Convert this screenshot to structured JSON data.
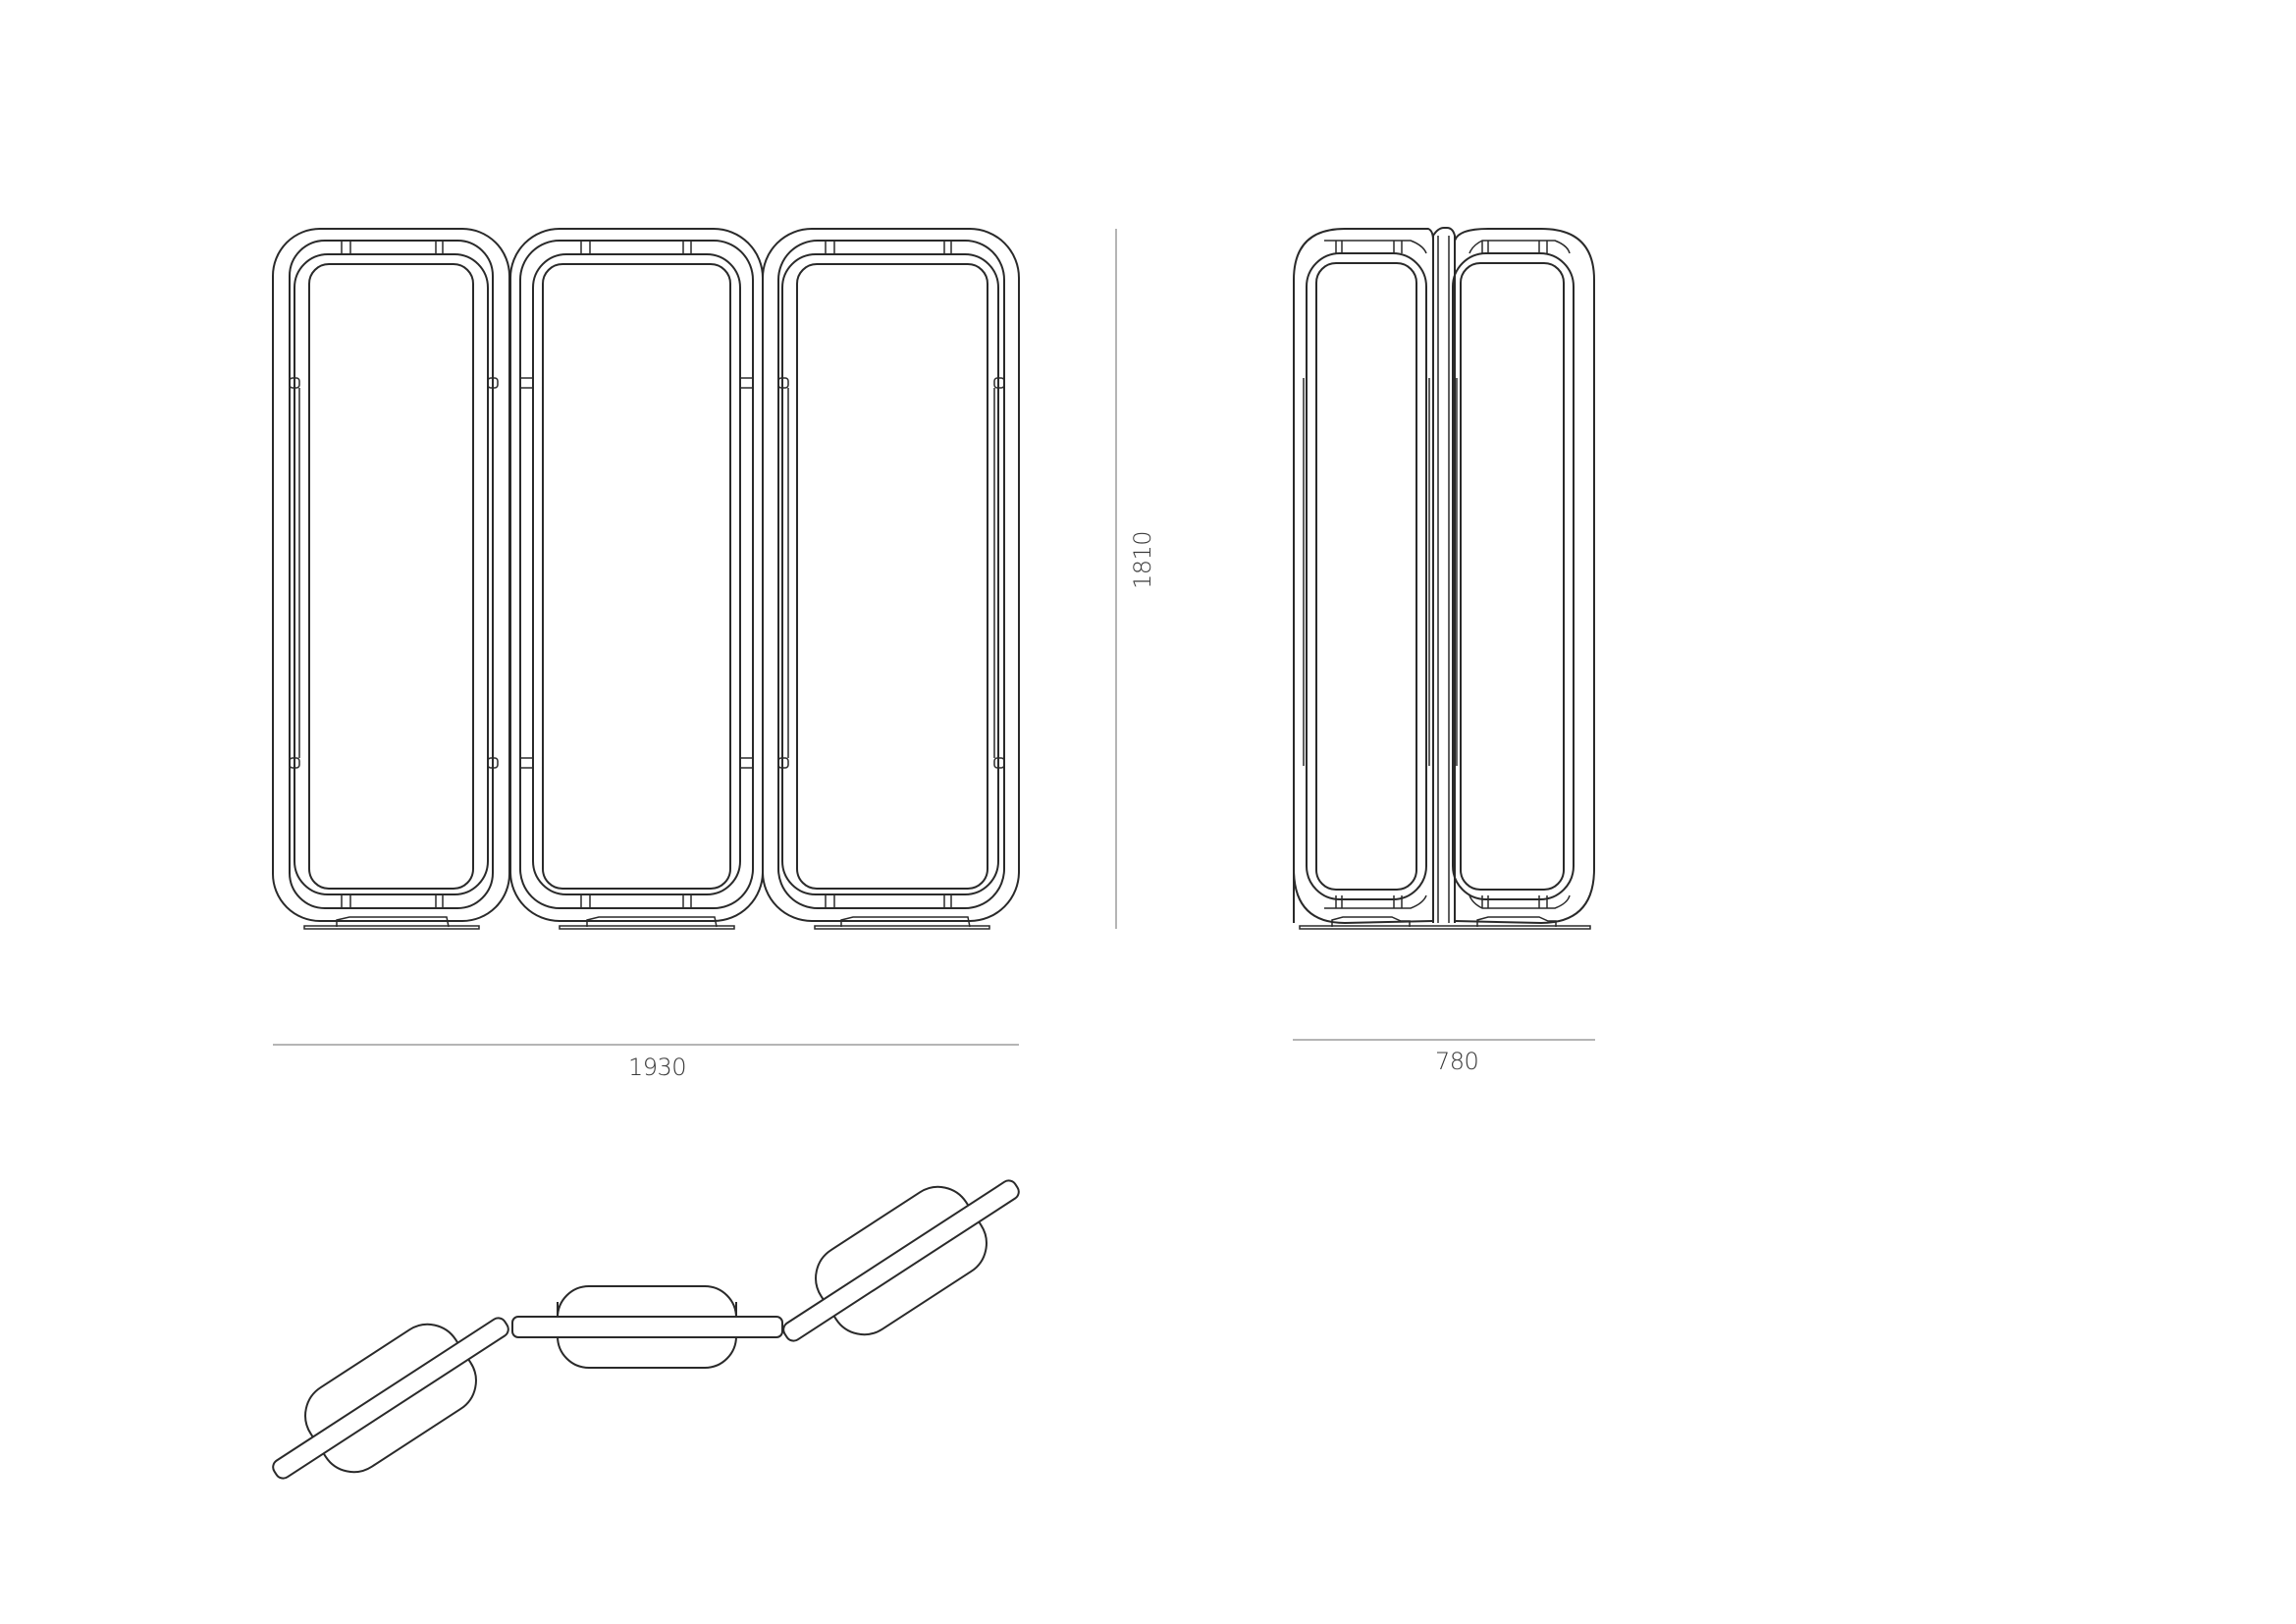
{
  "drawing": {
    "type": "technical-drawing",
    "subject": "three-panel folding screen",
    "views": [
      "front-elevation",
      "side-elevation",
      "plan-view"
    ]
  },
  "dimensions": {
    "width": "1930",
    "depth": "780",
    "height": "1810"
  },
  "colors": {
    "line": "#2a2a2a",
    "dimension_line": "#b5b5b5",
    "label": "#3a3a3a",
    "background": "#ffffff"
  }
}
